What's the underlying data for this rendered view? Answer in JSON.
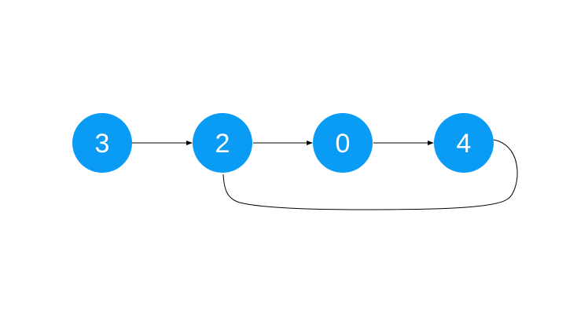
{
  "diagram": {
    "type": "linked-list",
    "node_color": "#0a9cf5",
    "edge_color": "#000000",
    "nodes": [
      {
        "id": "n3",
        "label": "3"
      },
      {
        "id": "n2",
        "label": "2"
      },
      {
        "id": "n0",
        "label": "0"
      },
      {
        "id": "n4",
        "label": "4"
      }
    ],
    "edges": [
      {
        "from": "3",
        "to": "2"
      },
      {
        "from": "2",
        "to": "0"
      },
      {
        "from": "0",
        "to": "4"
      },
      {
        "from": "4",
        "to": "2",
        "shape": "loop-back"
      }
    ]
  }
}
